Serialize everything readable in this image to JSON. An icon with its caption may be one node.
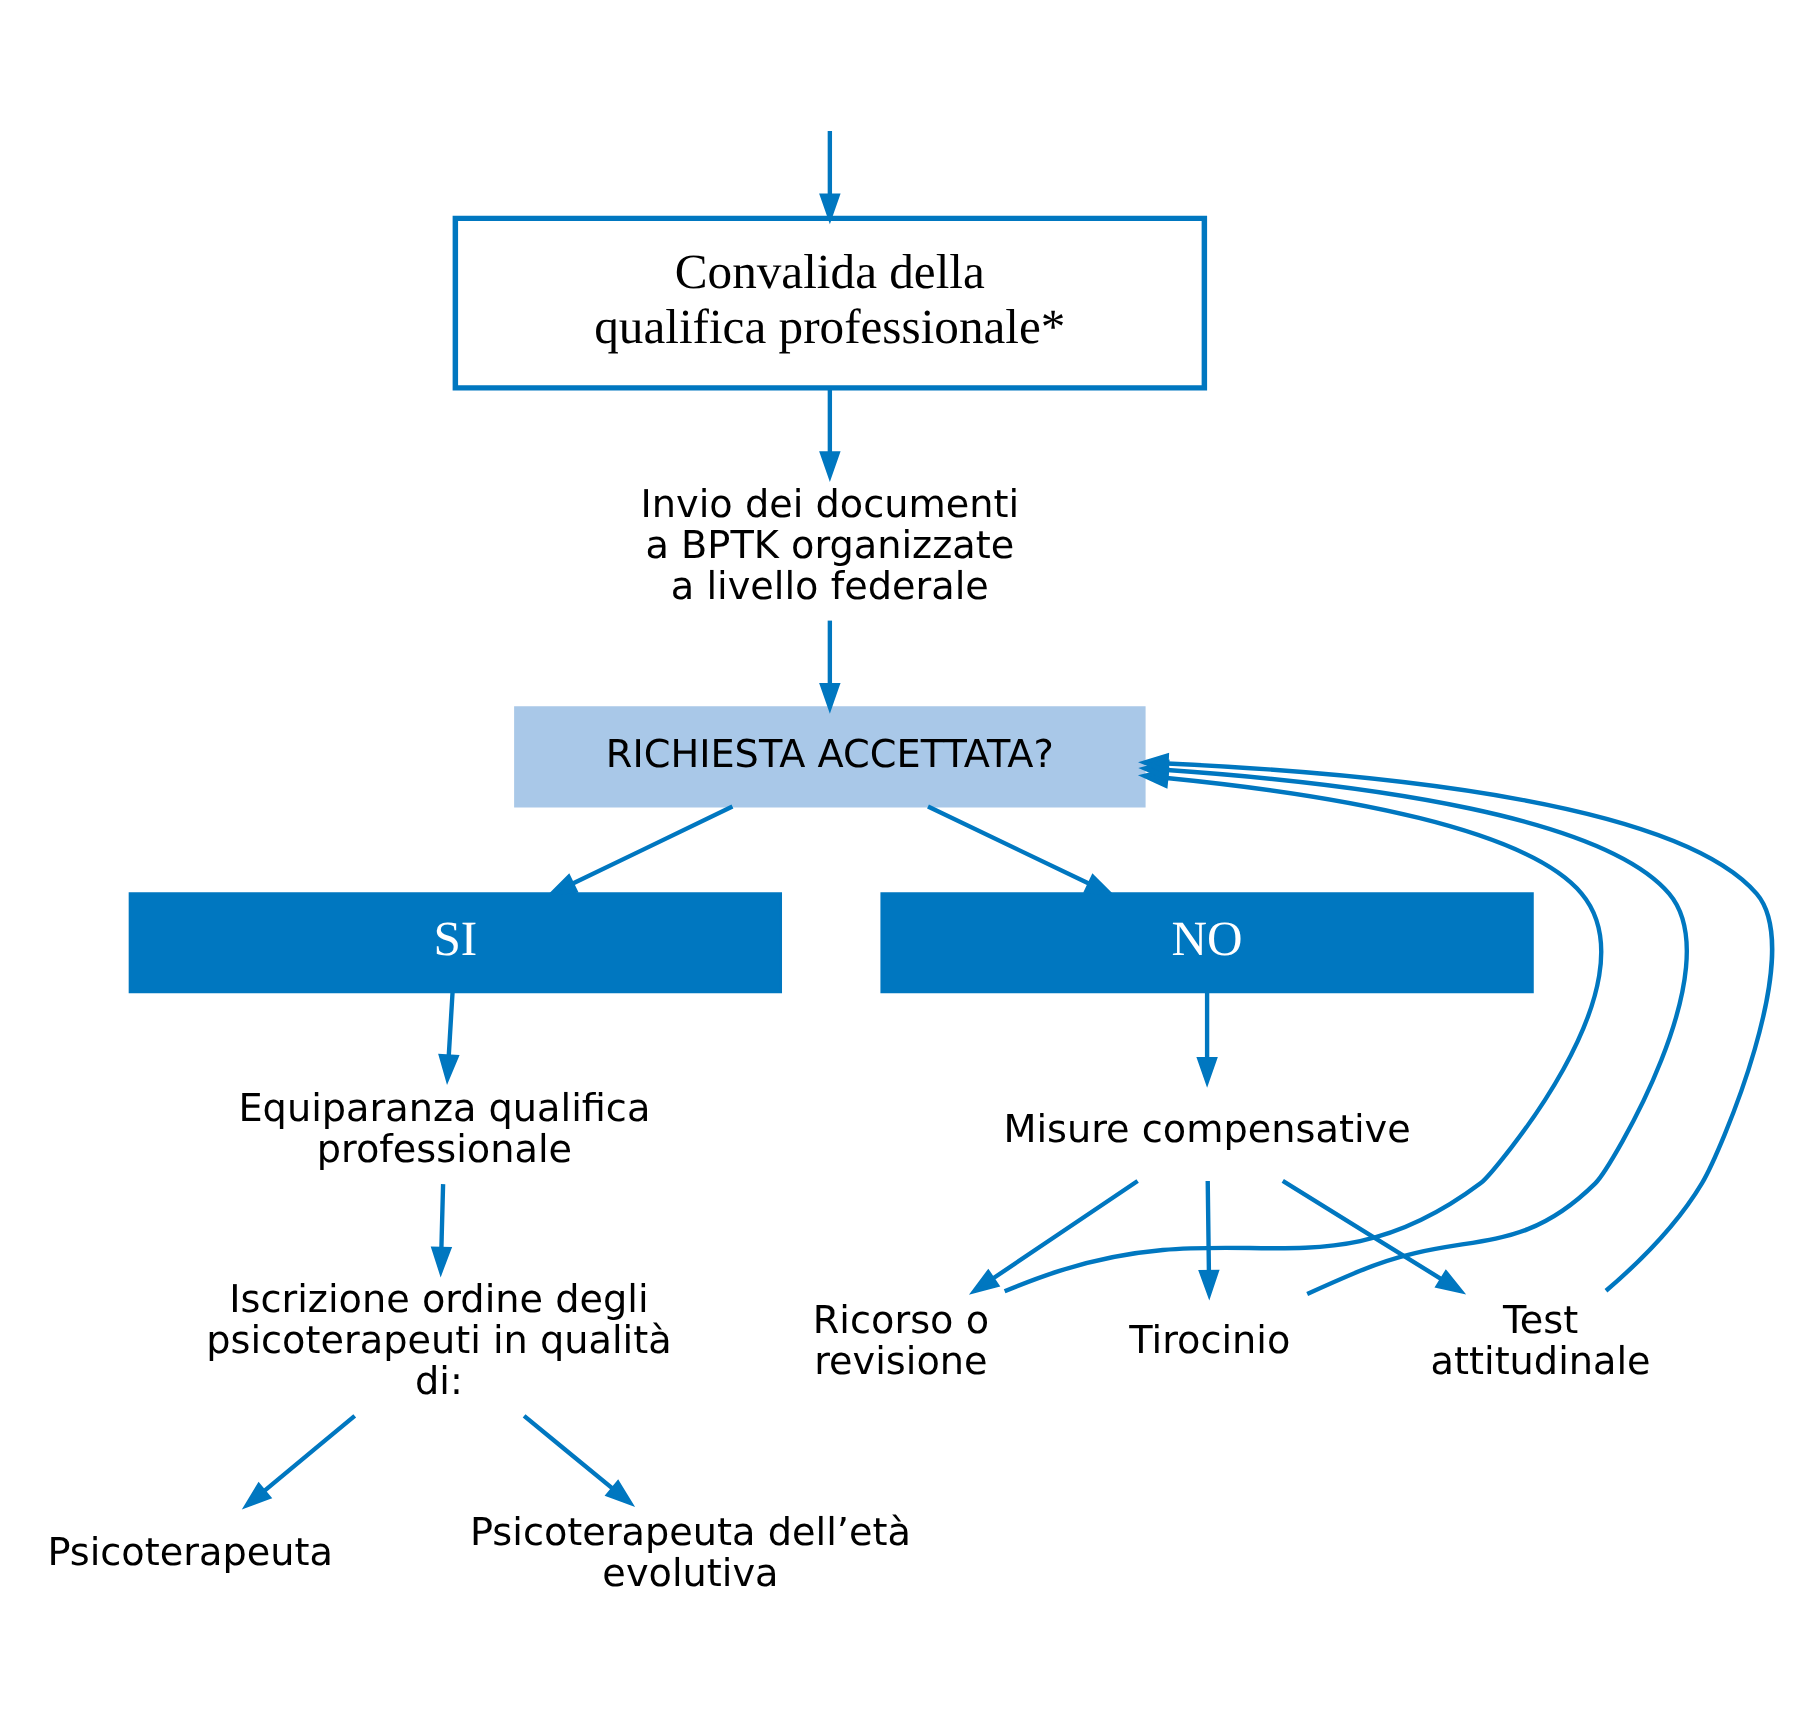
{
  "diagram": {
    "nodes": [
      {
        "text": [
          "Convalida della qualifica professionale*"
        ]
      },
      {
        "text": [
          "Invio dei documenti a BPTK organizzate a livello federale"
        ]
      },
      {
        "text": [
          "RICHIESTA ACCETTATA?"
        ]
      },
      {
        "text": [
          "SI"
        ]
      },
      {
        "text": [
          "NO"
        ]
      },
      {
        "text": [
          "Equiparanza qualifica professionale"
        ]
      },
      {
        "text": [
          "Iscrizione ordine degli psicoterapeuti in qualità di:"
        ]
      },
      {
        "text": [
          "Psicoterapeuta"
        ]
      },
      {
        "text": [
          "Psicoterapeuta dell’età evolutiva"
        ]
      },
      {
        "text": [
          "Misure compensative"
        ]
      },
      {
        "text": [
          "Ricorso o revisione"
        ]
      },
      {
        "text": [
          "Tirocinio"
        ]
      },
      {
        "text": [
          "Test attitudinale"
        ]
      }
    ],
    "edges": [
      {
        "from": null,
        "to": 0,
        "arrow": "to"
      },
      {
        "from": 0,
        "to": 1,
        "arrow": "to"
      },
      {
        "from": 1,
        "to": 2,
        "arrow": "to"
      },
      {
        "from": 2,
        "to": 3,
        "arrow": "to"
      },
      {
        "from": 2,
        "to": 4,
        "arrow": "to"
      },
      {
        "from": 3,
        "to": 5,
        "arrow": "to"
      },
      {
        "from": 5,
        "to": 6,
        "arrow": "to"
      },
      {
        "from": 6,
        "to": 7,
        "arrow": "to"
      },
      {
        "from": 6,
        "to": 8,
        "arrow": "to"
      },
      {
        "from": 4,
        "to": 9,
        "arrow": "to"
      },
      {
        "from": 9,
        "to": 10,
        "arrow": "to"
      },
      {
        "from": 9,
        "to": 11,
        "arrow": "to"
      },
      {
        "from": 9,
        "to": 12,
        "arrow": "to"
      },
      {
        "from": 10,
        "to": 2,
        "arrow": "to"
      },
      {
        "from": 11,
        "to": 2,
        "arrow": "to"
      },
      {
        "from": 12,
        "to": 2,
        "arrow": "to"
      }
    ]
  }
}
